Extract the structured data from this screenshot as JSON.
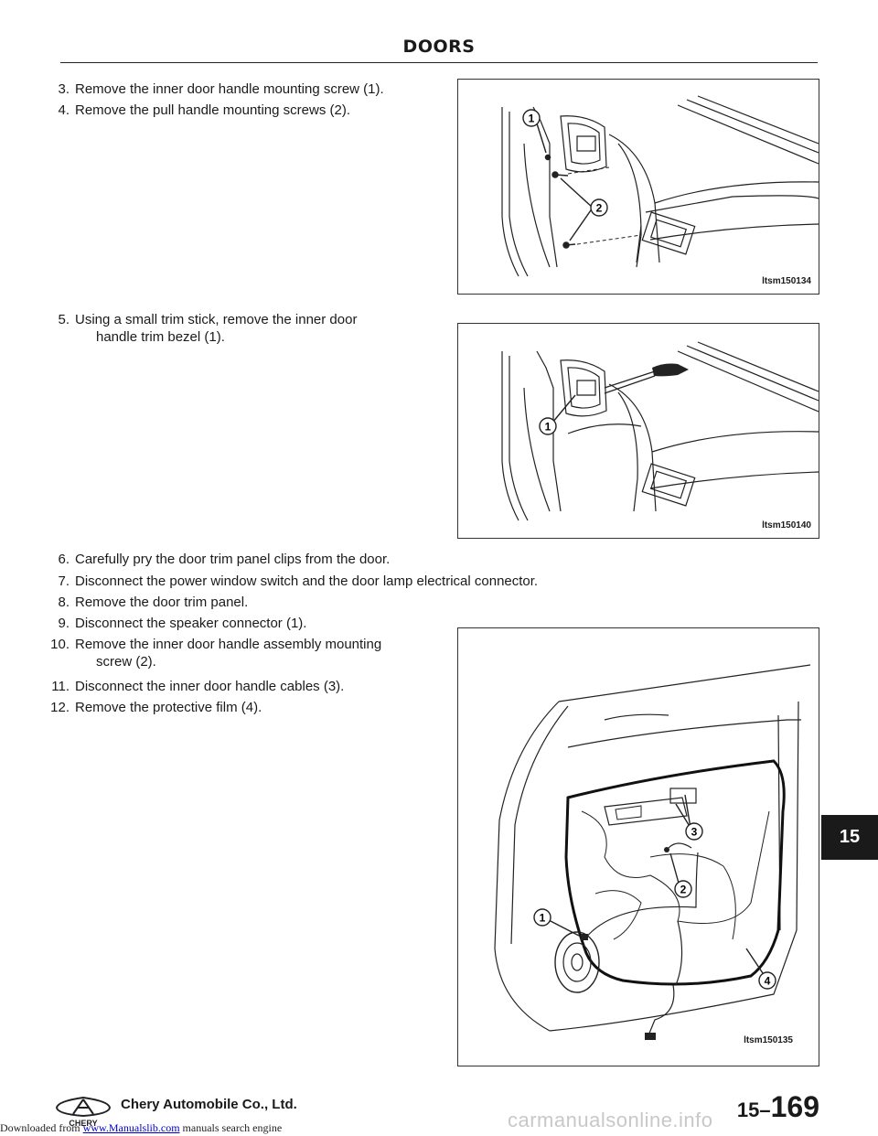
{
  "header": {
    "title": "DOORS"
  },
  "steps": [
    {
      "num": "3.",
      "text": "Remove the inner door handle mounting screw (1)."
    },
    {
      "num": "4.",
      "text": "Remove the pull handle mounting screws (2)."
    },
    {
      "num": "5.",
      "text": "Using a small trim stick, remove the inner door",
      "cont": "handle trim bezel (1)."
    },
    {
      "num": "6.",
      "text": "Carefully pry the door trim panel clips from the door."
    },
    {
      "num": "7.",
      "text": "Disconnect the power window switch and the door lamp electrical connector."
    },
    {
      "num": "8.",
      "text": "Remove the door trim panel."
    },
    {
      "num": "9.",
      "text": "Disconnect the speaker connector (1)."
    },
    {
      "num": "10.",
      "text": "Remove the inner door handle assembly mounting",
      "cont": "screw (2)."
    },
    {
      "num": "11.",
      "text": "Disconnect the inner door handle cables (3)."
    },
    {
      "num": "12.",
      "text": "Remove the protective film (4)."
    }
  ],
  "figures": [
    {
      "id": "ltsm150134",
      "callouts": [
        "1",
        "2"
      ]
    },
    {
      "id": "ltsm150140",
      "callouts": [
        "1"
      ]
    },
    {
      "id": "ltsm150135",
      "callouts": [
        "1",
        "2",
        "3",
        "4"
      ]
    }
  ],
  "chapter_tab": "15",
  "footer": {
    "company": "Chery Automobile Co., Ltd.",
    "section": "15–",
    "page": "169",
    "logo_text": "CHERY"
  },
  "download": {
    "prefix": "Downloaded from ",
    "link": "www.Manualslib.com",
    "suffix": " manuals search engine"
  },
  "watermark": "carmanualsonline.info"
}
